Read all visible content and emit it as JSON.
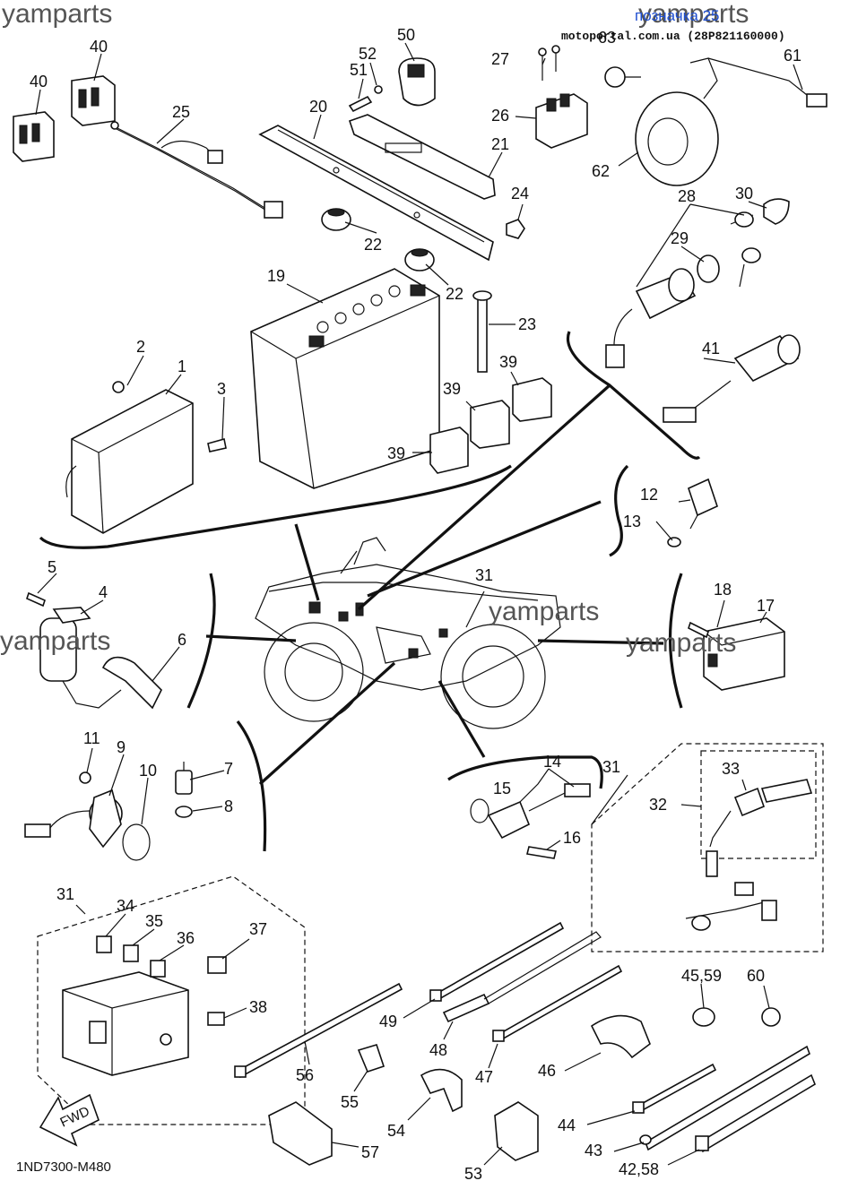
{
  "watermarks": {
    "top_left": "yamparts",
    "top_right": "yamparts",
    "mid_left": "yamparts",
    "mid_center": "yamparts",
    "mid_right": "yamparts"
  },
  "header": {
    "blue_link": "позначка 25",
    "source": "motoportal.com.ua (28P821160000)"
  },
  "diagram_code": "1ND7300-M480",
  "fwd_label": "FWD",
  "callouts": {
    "c1": "1",
    "c2": "2",
    "c3": "3",
    "c4": "4",
    "c5": "5",
    "c6": "6",
    "c7": "7",
    "c8": "8",
    "c9": "9",
    "c10": "10",
    "c11": "11",
    "c12": "12",
    "c13": "13",
    "c14": "14",
    "c15": "15",
    "c16": "16",
    "c17": "17",
    "c18": "18",
    "c19": "19",
    "c20": "20",
    "c21": "21",
    "c22a": "22",
    "c22b": "22",
    "c23": "23",
    "c24": "24",
    "c25": "25",
    "c26": "26",
    "c27": "27",
    "c28": "28",
    "c29": "29",
    "c30": "30",
    "c31a": "31",
    "c31b": "31",
    "c31c": "31",
    "c32": "32",
    "c33": "33",
    "c34": "34",
    "c35": "35",
    "c36": "36",
    "c37": "37",
    "c38": "38",
    "c39a": "39",
    "c39b": "39",
    "c39c": "39",
    "c40a": "40",
    "c40b": "40",
    "c41": "41",
    "c42": "42,58",
    "c43": "43",
    "c44": "44",
    "c45": "45,59",
    "c46": "46",
    "c47": "47",
    "c48": "48",
    "c49": "49",
    "c50": "50",
    "c51": "51",
    "c52": "52",
    "c53": "53",
    "c54": "54",
    "c55": "55",
    "c56": "56",
    "c57": "57",
    "c60": "60",
    "c61": "61",
    "c62": "62",
    "c63": "63"
  }
}
